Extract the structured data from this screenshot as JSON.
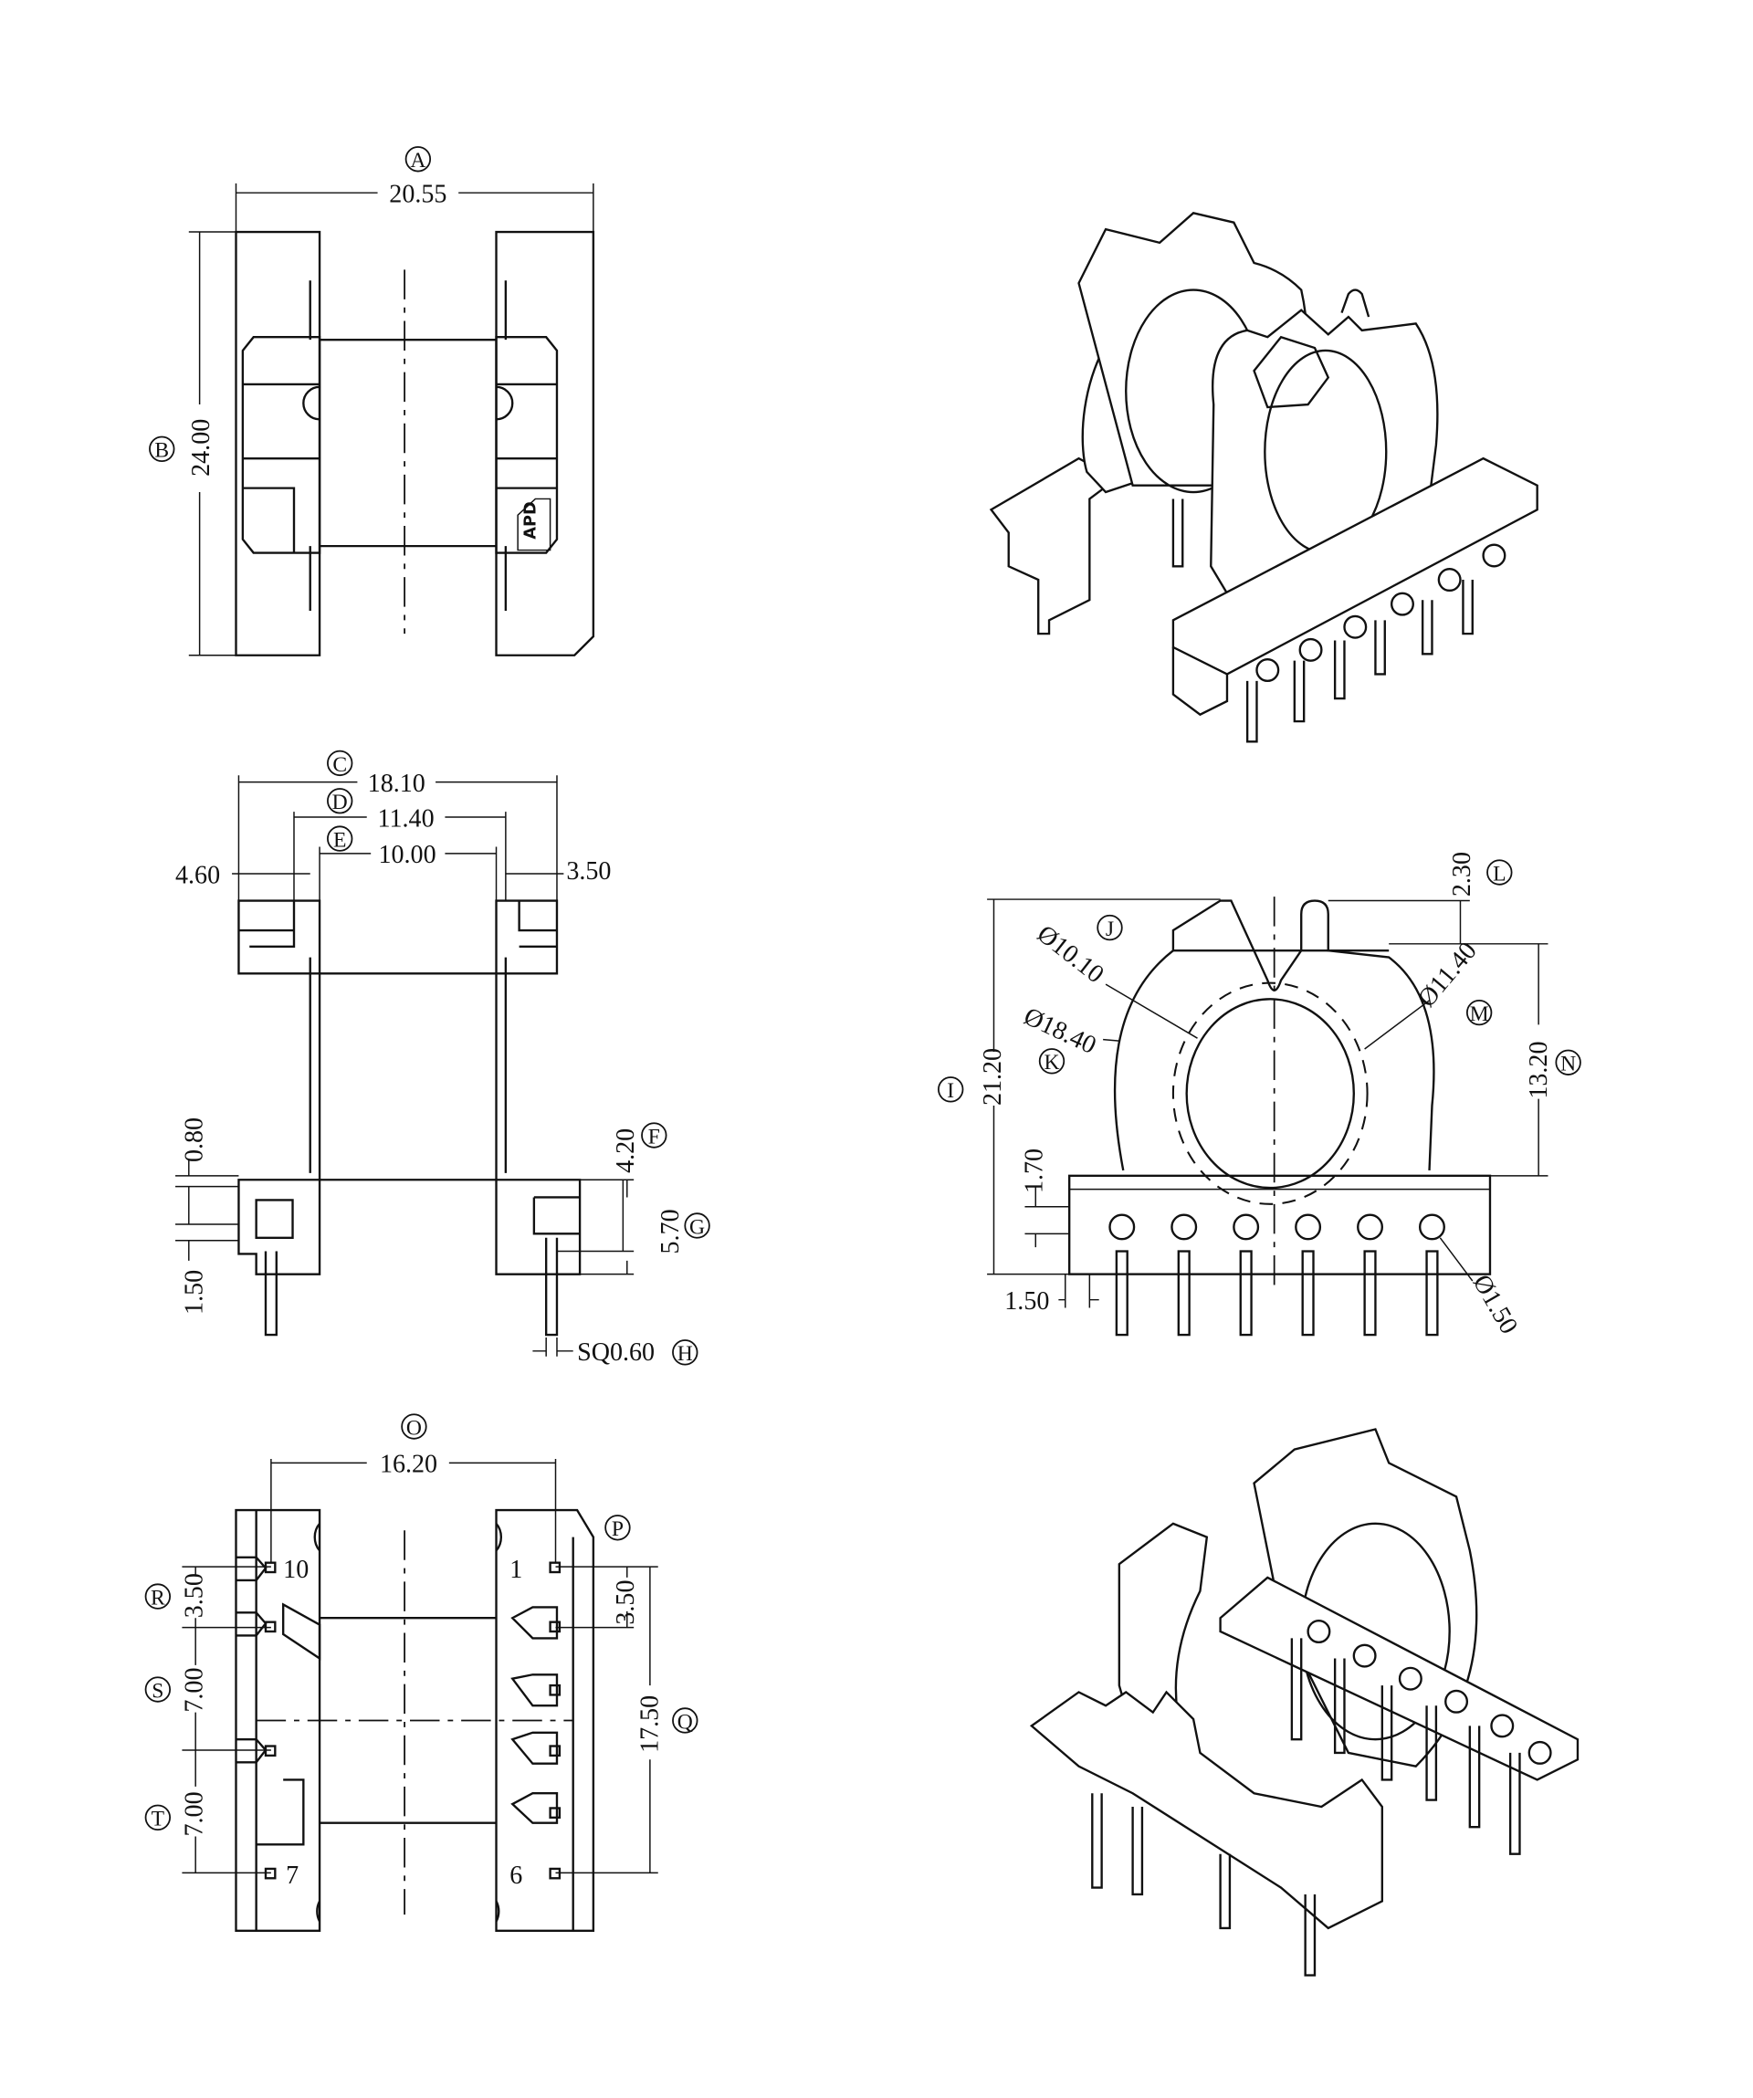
{
  "top_view": {
    "label_a": "A",
    "dim_a": "20.55",
    "label_b": "B",
    "dim_b": "24.00",
    "logo": "APD"
  },
  "side_view": {
    "label_c": "C",
    "dim_c": "18.10",
    "label_d": "D",
    "dim_d": "11.40",
    "label_e": "E",
    "dim_e": "10.00",
    "dim_left_flange": "4.60",
    "dim_right_flange": "3.50",
    "dim_base_step": "0.80",
    "dim_base_offset": "1.50",
    "label_f": "F",
    "dim_f": "4.20",
    "label_g": "G",
    "dim_g": "5.70",
    "label_h": "H",
    "dim_h": "SQ0.60"
  },
  "front_view": {
    "label_i": "I",
    "dim_i": "21.20",
    "label_j": "J",
    "dim_j": "Ø10.10",
    "label_k": "K",
    "dim_k": "Ø18.40",
    "label_l": "L",
    "dim_l": "2.30",
    "label_m": "M",
    "dim_m": "Ø11.40",
    "label_n": "N",
    "dim_n": "13.20",
    "dim_base_height": "1.70",
    "dim_base_edge": "1.50",
    "dim_pin_dia": "Ø1.50"
  },
  "bottom_view": {
    "label_o": "O",
    "dim_o": "16.20",
    "label_p": "P",
    "label_q": "Q",
    "dim_q": "17.50",
    "label_r": "R",
    "dim_r": "3.50",
    "dim_r_right": "3.50",
    "label_s": "S",
    "dim_s": "7.00",
    "label_t": "T",
    "dim_t": "7.00",
    "pin_10": "10",
    "pin_1": "1",
    "pin_7": "7",
    "pin_6": "6"
  }
}
